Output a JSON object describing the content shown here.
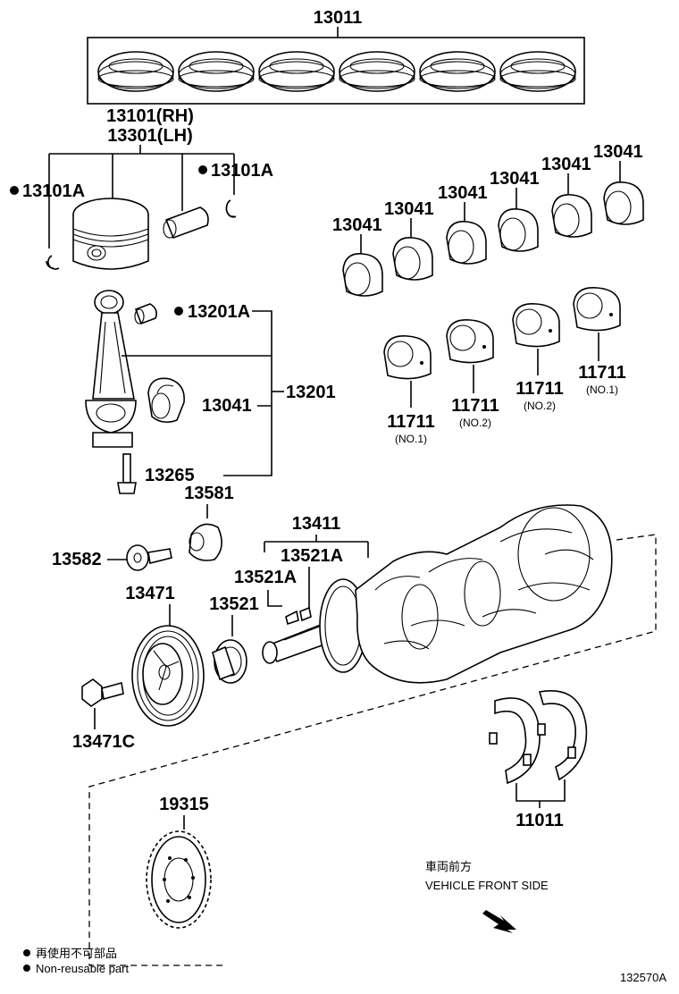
{
  "parts": {
    "p13011": "13011",
    "p13101rh": "13101(RH)",
    "p13301lh": "13301(LH)",
    "p13101a_left": "13101A",
    "p13101a_right": "13101A",
    "p13201a": "13201A",
    "p13201": "13201",
    "p13041_rod": "13041",
    "p13265": "13265",
    "p13581": "13581",
    "p13582": "13582",
    "p13411": "13411",
    "p13521a_top": "13521A",
    "p13521a_left": "13521A",
    "p13471": "13471",
    "p13521": "13521",
    "p13471c": "13471C",
    "p19315": "19315",
    "p11011": "11011",
    "bearing_upper": [
      "13041",
      "13041",
      "13041",
      "13041",
      "13041",
      "13041"
    ],
    "bearing_lower": [
      {
        "num": "11711",
        "sub": "(NO.1)"
      },
      {
        "num": "11711",
        "sub": "(NO.2)"
      },
      {
        "num": "11711",
        "sub": "(NO.2)"
      },
      {
        "num": "11711",
        "sub": "(NO.1)"
      }
    ]
  },
  "direction": {
    "jp": "車両前方",
    "en": "VEHICLE FRONT SIDE"
  },
  "legend": {
    "jp": "再使用不可部品",
    "en": "Non-reusable part"
  },
  "diagram_id": "132570A"
}
